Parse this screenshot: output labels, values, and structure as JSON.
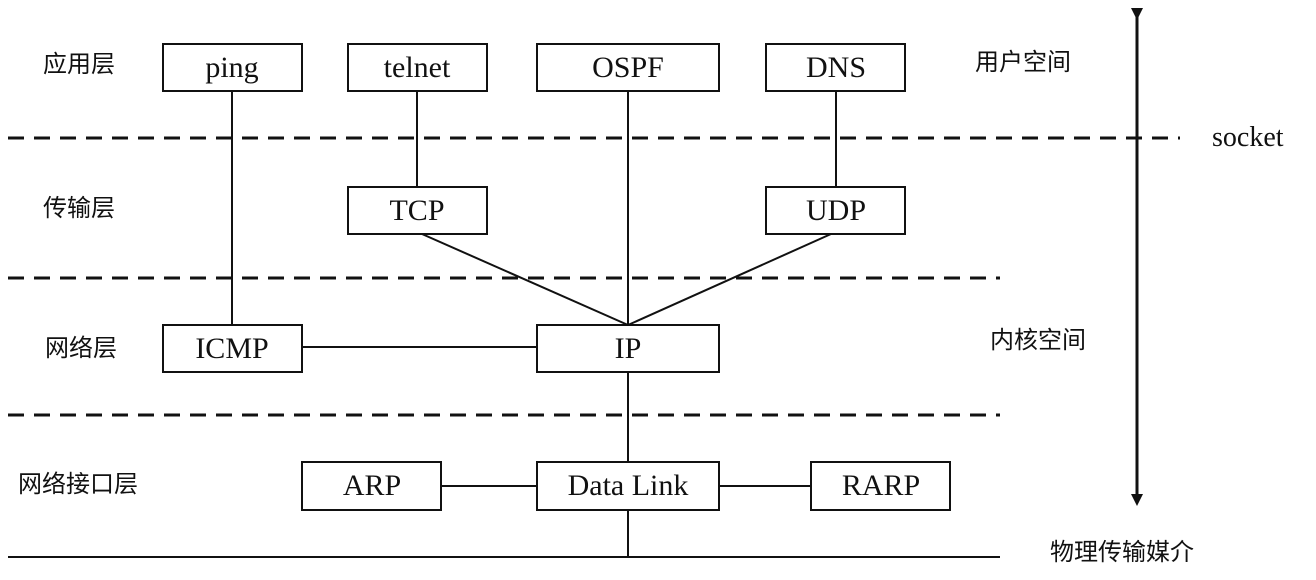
{
  "layers": {
    "application": "应用层",
    "transport": "传输层",
    "network": "网络层",
    "link": "网络接口层"
  },
  "spaces": {
    "user": "用户空间",
    "kernel": "内核空间",
    "socket": "socket",
    "physical": "物理传输媒介"
  },
  "protocols": {
    "ping": "ping",
    "telnet": "telnet",
    "ospf": "OSPF",
    "dns": "DNS",
    "tcp": "TCP",
    "udp": "UDP",
    "icmp": "ICMP",
    "ip": "IP",
    "arp": "ARP",
    "datalink": "Data Link",
    "rarp": "RARP"
  }
}
